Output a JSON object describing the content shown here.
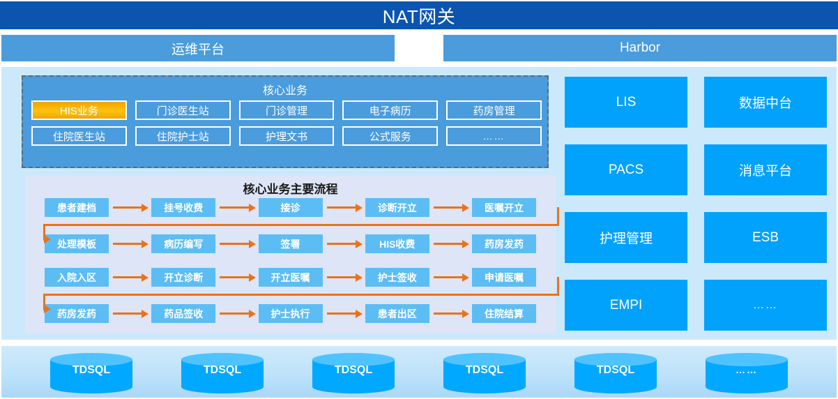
{
  "header": {
    "nat_gateway": "NAT网关",
    "ops_platform": "运维平台",
    "harbor": "Harbor"
  },
  "core_business": {
    "title": "核心业务",
    "rows": [
      [
        {
          "label": "HIS业务",
          "highlight": true
        },
        {
          "label": "门诊医生站",
          "highlight": false
        },
        {
          "label": "门诊管理",
          "highlight": false
        },
        {
          "label": "电子病历",
          "highlight": false
        },
        {
          "label": "药房管理",
          "highlight": false
        }
      ],
      [
        {
          "label": "住院医生站",
          "highlight": false
        },
        {
          "label": "住院护士站",
          "highlight": false
        },
        {
          "label": "护理文书",
          "highlight": false
        },
        {
          "label": "公式服务",
          "highlight": false
        },
        {
          "label": "……",
          "highlight": false
        }
      ]
    ]
  },
  "flow": {
    "title": "核心业务主要流程",
    "groups": [
      {
        "name": "outpatient",
        "row1": [
          "患者建档",
          "挂号收费",
          "接诊",
          "诊断开立",
          "医嘱开立"
        ],
        "row2": [
          "处理模板",
          "病历编写",
          "签署",
          "HIS收费",
          "药房发药"
        ]
      },
      {
        "name": "inpatient",
        "row1": [
          "入院入区",
          "开立诊断",
          "开立医嘱",
          "护士签收",
          "申请医嘱"
        ],
        "row2": [
          "药房发药",
          "药品签收",
          "护士执行",
          "患者出区",
          "住院结算"
        ]
      }
    ]
  },
  "modules": [
    {
      "label": "LIS",
      "ellipsis": false
    },
    {
      "label": "数据中台",
      "ellipsis": false
    },
    {
      "label": "PACS",
      "ellipsis": false
    },
    {
      "label": "消息平台",
      "ellipsis": false
    },
    {
      "label": "护理管理",
      "ellipsis": false
    },
    {
      "label": "ESB",
      "ellipsis": false
    },
    {
      "label": "EMPI",
      "ellipsis": false
    },
    {
      "label": "……",
      "ellipsis": true
    }
  ],
  "databases": [
    {
      "label": "TDSQL",
      "ellipsis": false
    },
    {
      "label": "TDSQL",
      "ellipsis": false
    },
    {
      "label": "TDSQL",
      "ellipsis": false
    },
    {
      "label": "TDSQL",
      "ellipsis": false
    },
    {
      "label": "TDSQL",
      "ellipsis": false
    },
    {
      "label": "……",
      "ellipsis": true
    }
  ],
  "colors": {
    "nat_bar": "#0B55B0",
    "platform_bar": "#4A9CDC",
    "panel_bg": "#CBE9FB",
    "core_box": "#4A9CDC",
    "highlight": "#FFC20E",
    "flow_panel": "#DEE5F7",
    "flow_box": "#5CBDF5",
    "arrow": "#E8731A",
    "module_box": "#00A2FB",
    "cylinder": "#00A8FF"
  }
}
